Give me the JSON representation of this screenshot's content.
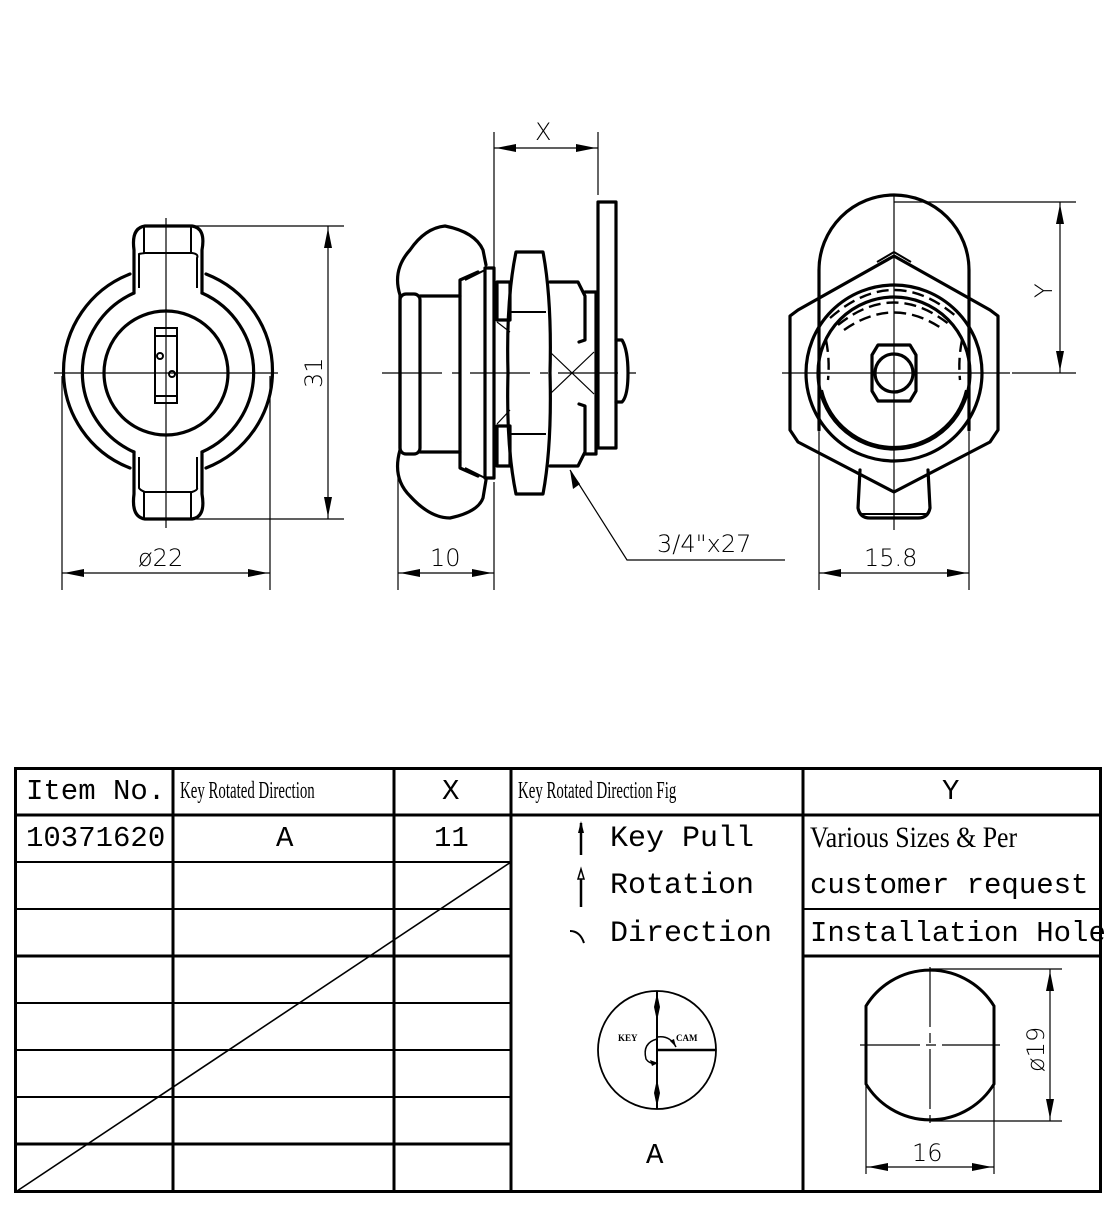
{
  "drawing": {
    "front_view": {
      "width_dim": "ø22",
      "height_dim": "31"
    },
    "side_view": {
      "depth_dim": "10",
      "x_dim": "X",
      "thread_callout": "3/4\"x27"
    },
    "back_view": {
      "width_dim": "15.8",
      "y_dim": "Y"
    }
  },
  "table": {
    "headers": {
      "item_no": "Item No.",
      "key_rotated_direction": "Key Rotated Direction",
      "x": "X",
      "key_rotated_direction_fig": "Key Rotated Direction Fig",
      "y": "Y"
    },
    "rows": [
      {
        "item_no": "10371620",
        "key_rotated_direction": "A",
        "x": "11"
      }
    ],
    "legend": {
      "key_pull": "Key Pull",
      "rotation": "Rotation",
      "direction": "Direction"
    },
    "direction_fig": {
      "key_label": "KEY",
      "cam_label": "CAM",
      "caption": "A"
    },
    "y_note_line1": "Various Sizes & Per",
    "y_note_line2": "customer request",
    "installation_hole_label": "Installation Hole",
    "installation_hole": {
      "diameter_dim": "ø19",
      "width_dim": "16"
    }
  }
}
